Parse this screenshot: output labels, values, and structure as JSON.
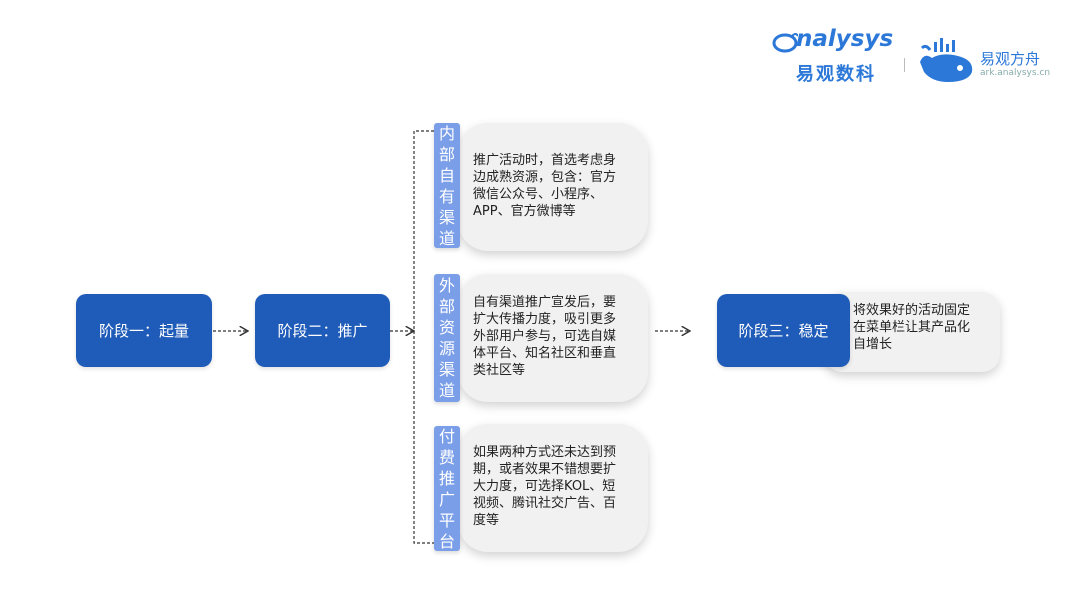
{
  "logo": {
    "analysys_en": "nalysys",
    "analysys_cn": "易观数科",
    "ark_cn": "易观方舟",
    "ark_url": "ark.analysys.cn"
  },
  "stages": {
    "stage1": "阶段一：起量",
    "stage2": "阶段二：推广",
    "stage3": "阶段三：稳定"
  },
  "channels": [
    {
      "label": [
        "内",
        "部",
        "自",
        "有",
        "渠",
        "道"
      ],
      "desc": [
        "推广活动时，首选考虑身",
        "边成熟资源，包含：官方",
        "微信公众号、小程序、",
        "APP、官方微博等"
      ]
    },
    {
      "label": [
        "外",
        "部",
        "资",
        "源",
        "渠",
        "道"
      ],
      "desc": [
        "自有渠道推广宣发后，要",
        "扩大传播力度，吸引更多",
        "外部用户参与，可选自媒",
        "体平台、知名社区和垂直",
        "类社区等"
      ]
    },
    {
      "label": [
        "付",
        "费",
        "推",
        "广",
        "平",
        "台"
      ],
      "desc": [
        "如果两种方式还未达到预",
        "期，或者效果不错想要扩",
        "大力度，可选择KOL、短",
        "视频、腾讯社交广告、百",
        "度等"
      ]
    }
  ],
  "stable_desc": [
    "将效果好的活动固定",
    "在菜单栏让其产品化",
    "自增长"
  ],
  "colors": {
    "stage_blue": "#1f5bb8",
    "tab_blue": "#7b9ee8",
    "card_gray": "#f1f1f1",
    "logo_blue": "#2b78d8"
  }
}
